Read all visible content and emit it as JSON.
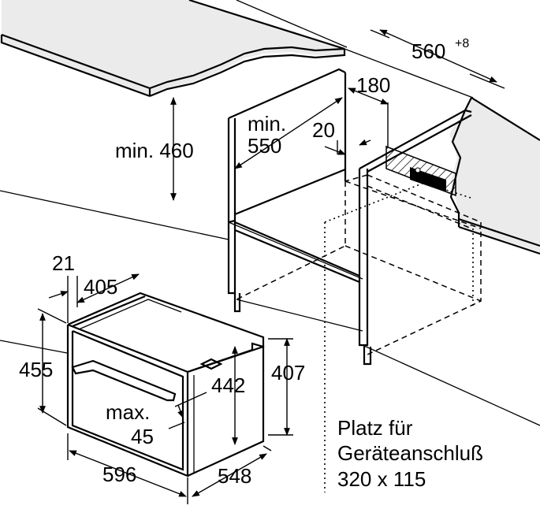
{
  "labels": {
    "niche_width": "560",
    "niche_width_tolerance": "+8",
    "rear_gap": "180",
    "cabinet_height_min": "min. 460",
    "cabinet_depth_min_line1": "min.",
    "cabinet_depth_min_line2": "550",
    "side_gap": "20",
    "front_offset": "21",
    "top_depth": "405",
    "front_height": "455",
    "inner_height": "442",
    "body_height": "407",
    "max_label": "max.",
    "max_value": "45",
    "width": "596",
    "depth": "548",
    "connection_line1": "Platz für",
    "connection_line2": "Geräteanschluß",
    "connection_line3": "320 x 115"
  },
  "colors": {
    "countertop_fill": "#ebebeb",
    "line": "#000000",
    "hatch": "#000000"
  }
}
